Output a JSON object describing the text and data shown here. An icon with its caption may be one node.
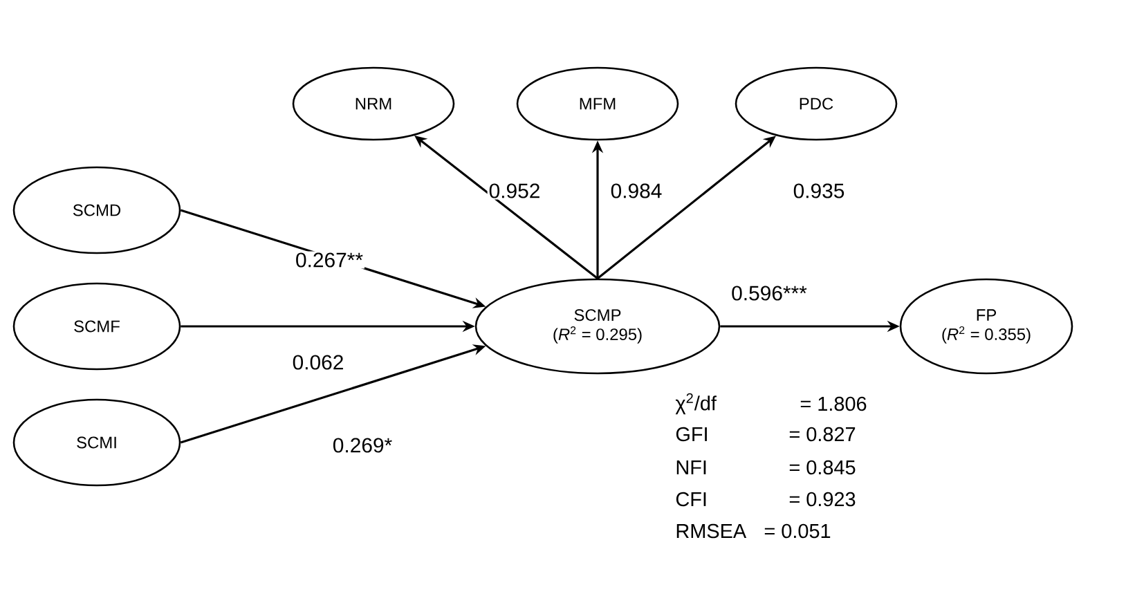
{
  "diagram": {
    "nodes": [
      {
        "text": [
          "NRM"
        ]
      },
      {
        "text": [
          "MFM"
        ]
      },
      {
        "text": [
          "PDC"
        ]
      },
      {
        "text": [
          "SCMD"
        ]
      },
      {
        "text": [
          "SCMF"
        ]
      },
      {
        "text": [
          "SCMI"
        ]
      },
      {
        "text": [
          "SCMP",
          "(*R*$^{2}$ = 0.295)"
        ]
      },
      {
        "text": [
          "FP",
          "(*R*$^{2}$ = 0.355)"
        ]
      }
    ],
    "edges": [
      {
        "from": 6,
        "to": 0,
        "arrow": "to",
        "label": "0.952"
      },
      {
        "from": 6,
        "to": 1,
        "arrow": "to",
        "label": "0.984"
      },
      {
        "from": 6,
        "to": 2,
        "arrow": "to",
        "label": "0.935"
      },
      {
        "from": 3,
        "to": 6,
        "arrow": "to",
        "label": "0.267**"
      },
      {
        "from": 4,
        "to": 6,
        "arrow": "to",
        "label": "0.062"
      },
      {
        "from": 5,
        "to": 6,
        "arrow": "to",
        "label": "0.269*"
      },
      {
        "from": 6,
        "to": 7,
        "arrow": "to",
        "label": "0.596***"
      }
    ],
    "labels": [
      "χ$^{2}$/df",
      "= 1.806",
      "GFI",
      "= 0.827",
      "NFI",
      "= 0.845",
      "CFI",
      "= 0.923",
      "RMSEA",
      "= 0.051"
    ]
  }
}
